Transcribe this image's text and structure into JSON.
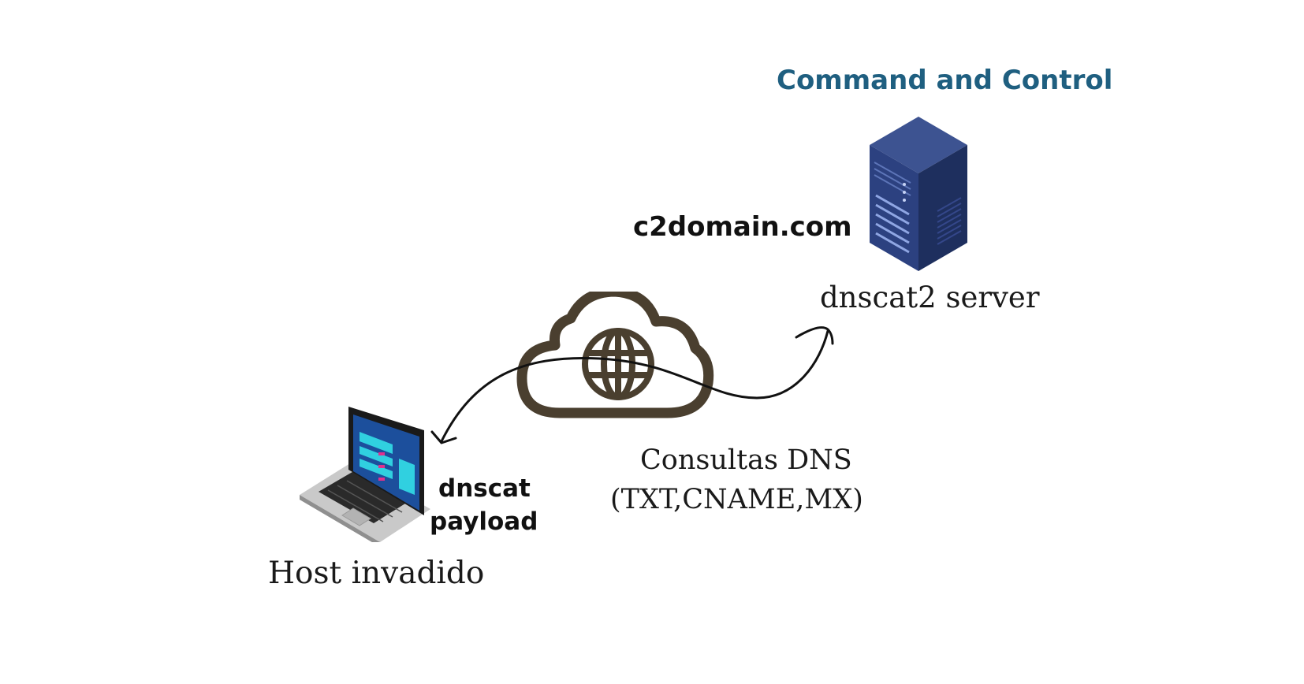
{
  "c2": {
    "title": "Command and Control",
    "domain": "c2domain.com",
    "server_label": "dnscat2 server"
  },
  "network": {
    "queries_line1": "Consultas DNS",
    "queries_line2": "(TXT,CNAME,MX)"
  },
  "victim": {
    "payload_line1": "dnscat",
    "payload_line2": "payload",
    "host_label": "Host invadido"
  },
  "colors": {
    "title": "#1f5f80",
    "cloud": "#4a3f2f",
    "server": "#2b3d72",
    "laptop_screen": "#1c4f9c"
  },
  "icons": [
    "server-icon",
    "cloud-globe-icon",
    "laptop-icon",
    "curved-arrow"
  ]
}
